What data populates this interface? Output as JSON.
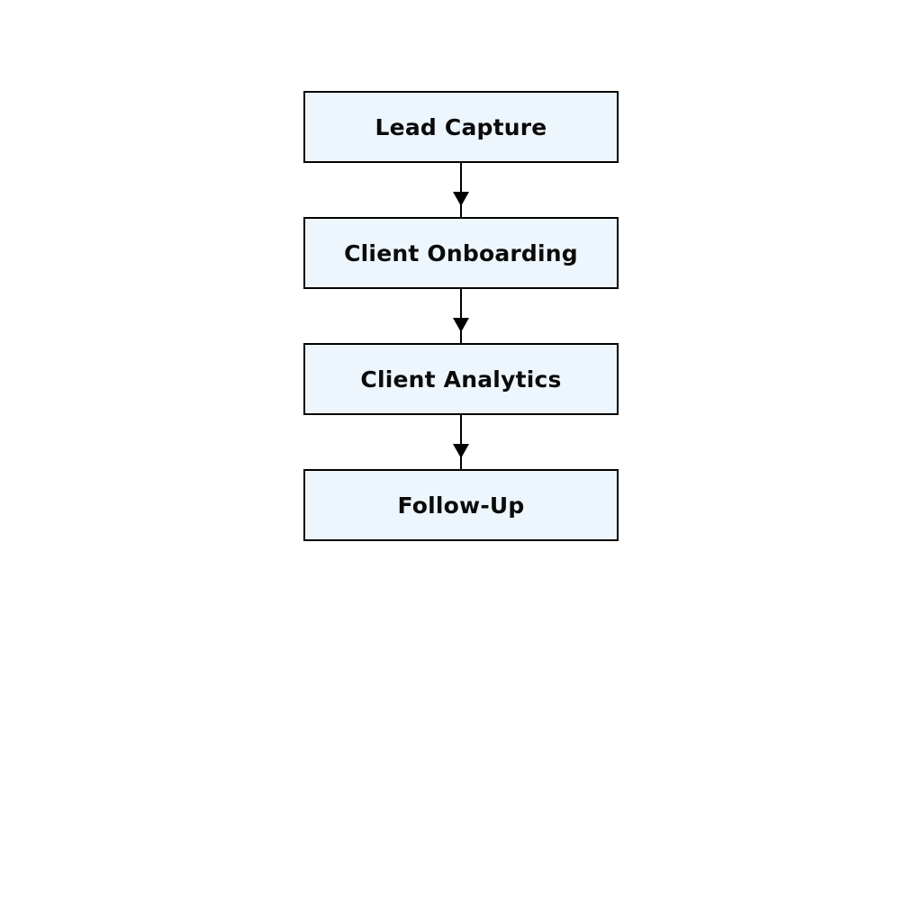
{
  "diagram": {
    "type": "flowchart",
    "orientation": "top-to-bottom",
    "background_color": "#ffffff",
    "node_fill_color": "#eef6fd",
    "node_border_color": "#000000",
    "edge_color": "#000000",
    "text_color": "#0b0b0b",
    "nodes": [
      {
        "id": "lead-capture",
        "label": "Lead Capture"
      },
      {
        "id": "client-onboarding",
        "label": "Client Onboarding"
      },
      {
        "id": "client-analytics",
        "label": "Client Analytics"
      },
      {
        "id": "follow-up",
        "label": "Follow-Up"
      }
    ],
    "edges": [
      {
        "from": "lead-capture",
        "to": "client-onboarding",
        "label": ""
      },
      {
        "from": "client-onboarding",
        "to": "client-analytics",
        "label": ""
      },
      {
        "from": "client-analytics",
        "to": "follow-up",
        "label": ""
      }
    ]
  }
}
